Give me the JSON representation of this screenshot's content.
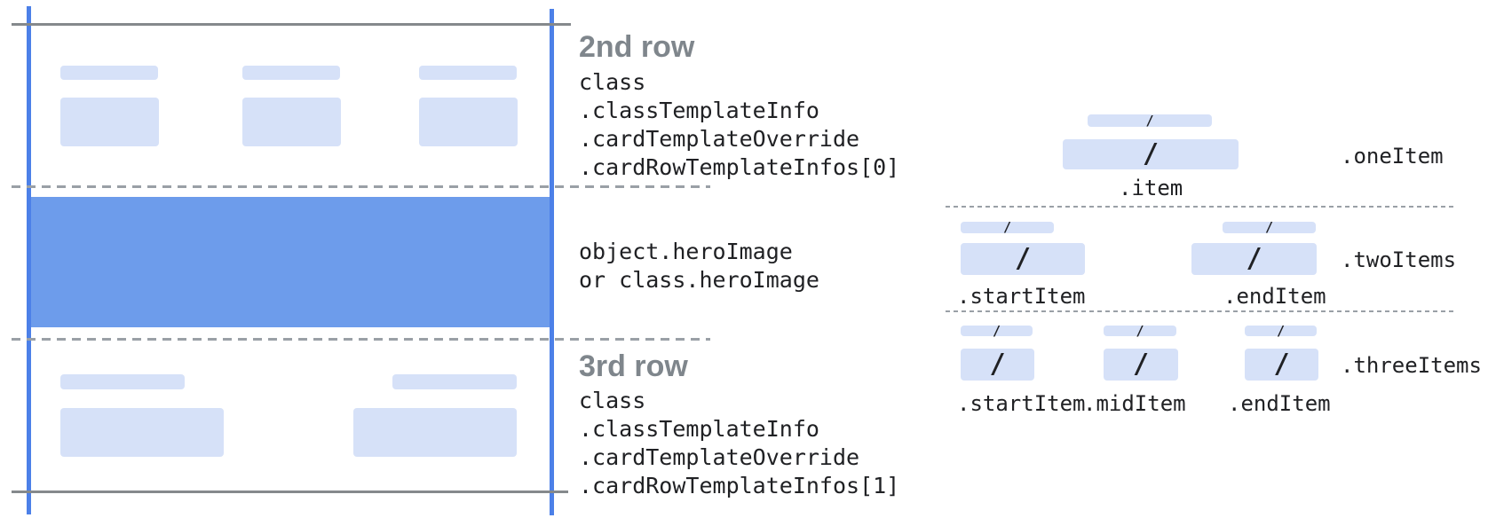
{
  "colors": {
    "accent_blue_guide": "#4c80e8",
    "hero_blue": "#6d9ceb",
    "placeholder_blue": "#d6e1f8",
    "solid_line_gray": "#85898c",
    "dashed_line_gray": "#9aa0a6",
    "heading_gray": "#7f868c",
    "text_dark": "#202124"
  },
  "left_card": {
    "row2": {
      "heading": "2nd row",
      "lines": [
        "class",
        ".classTemplateInfo",
        ".cardTemplateOverride",
        ".cardRowTemplateInfos[0]"
      ]
    },
    "hero": {
      "lines": [
        "object.heroImage",
        "or class.heroImage"
      ]
    },
    "row3": {
      "heading": "3rd row",
      "lines": [
        "class",
        ".classTemplateInfo",
        ".cardTemplateOverride",
        ".cardRowTemplateInfos[1]"
      ]
    }
  },
  "diagram": {
    "slash": "/",
    "one": {
      "name": ".oneItem",
      "item_label": ".item"
    },
    "two": {
      "name": ".twoItems",
      "start_label": ".startItem",
      "end_label": ".endItem"
    },
    "three": {
      "name": ".threeItems",
      "start_label": ".startItem",
      "mid_label": ".midItem",
      "end_label": ".endItem"
    }
  }
}
